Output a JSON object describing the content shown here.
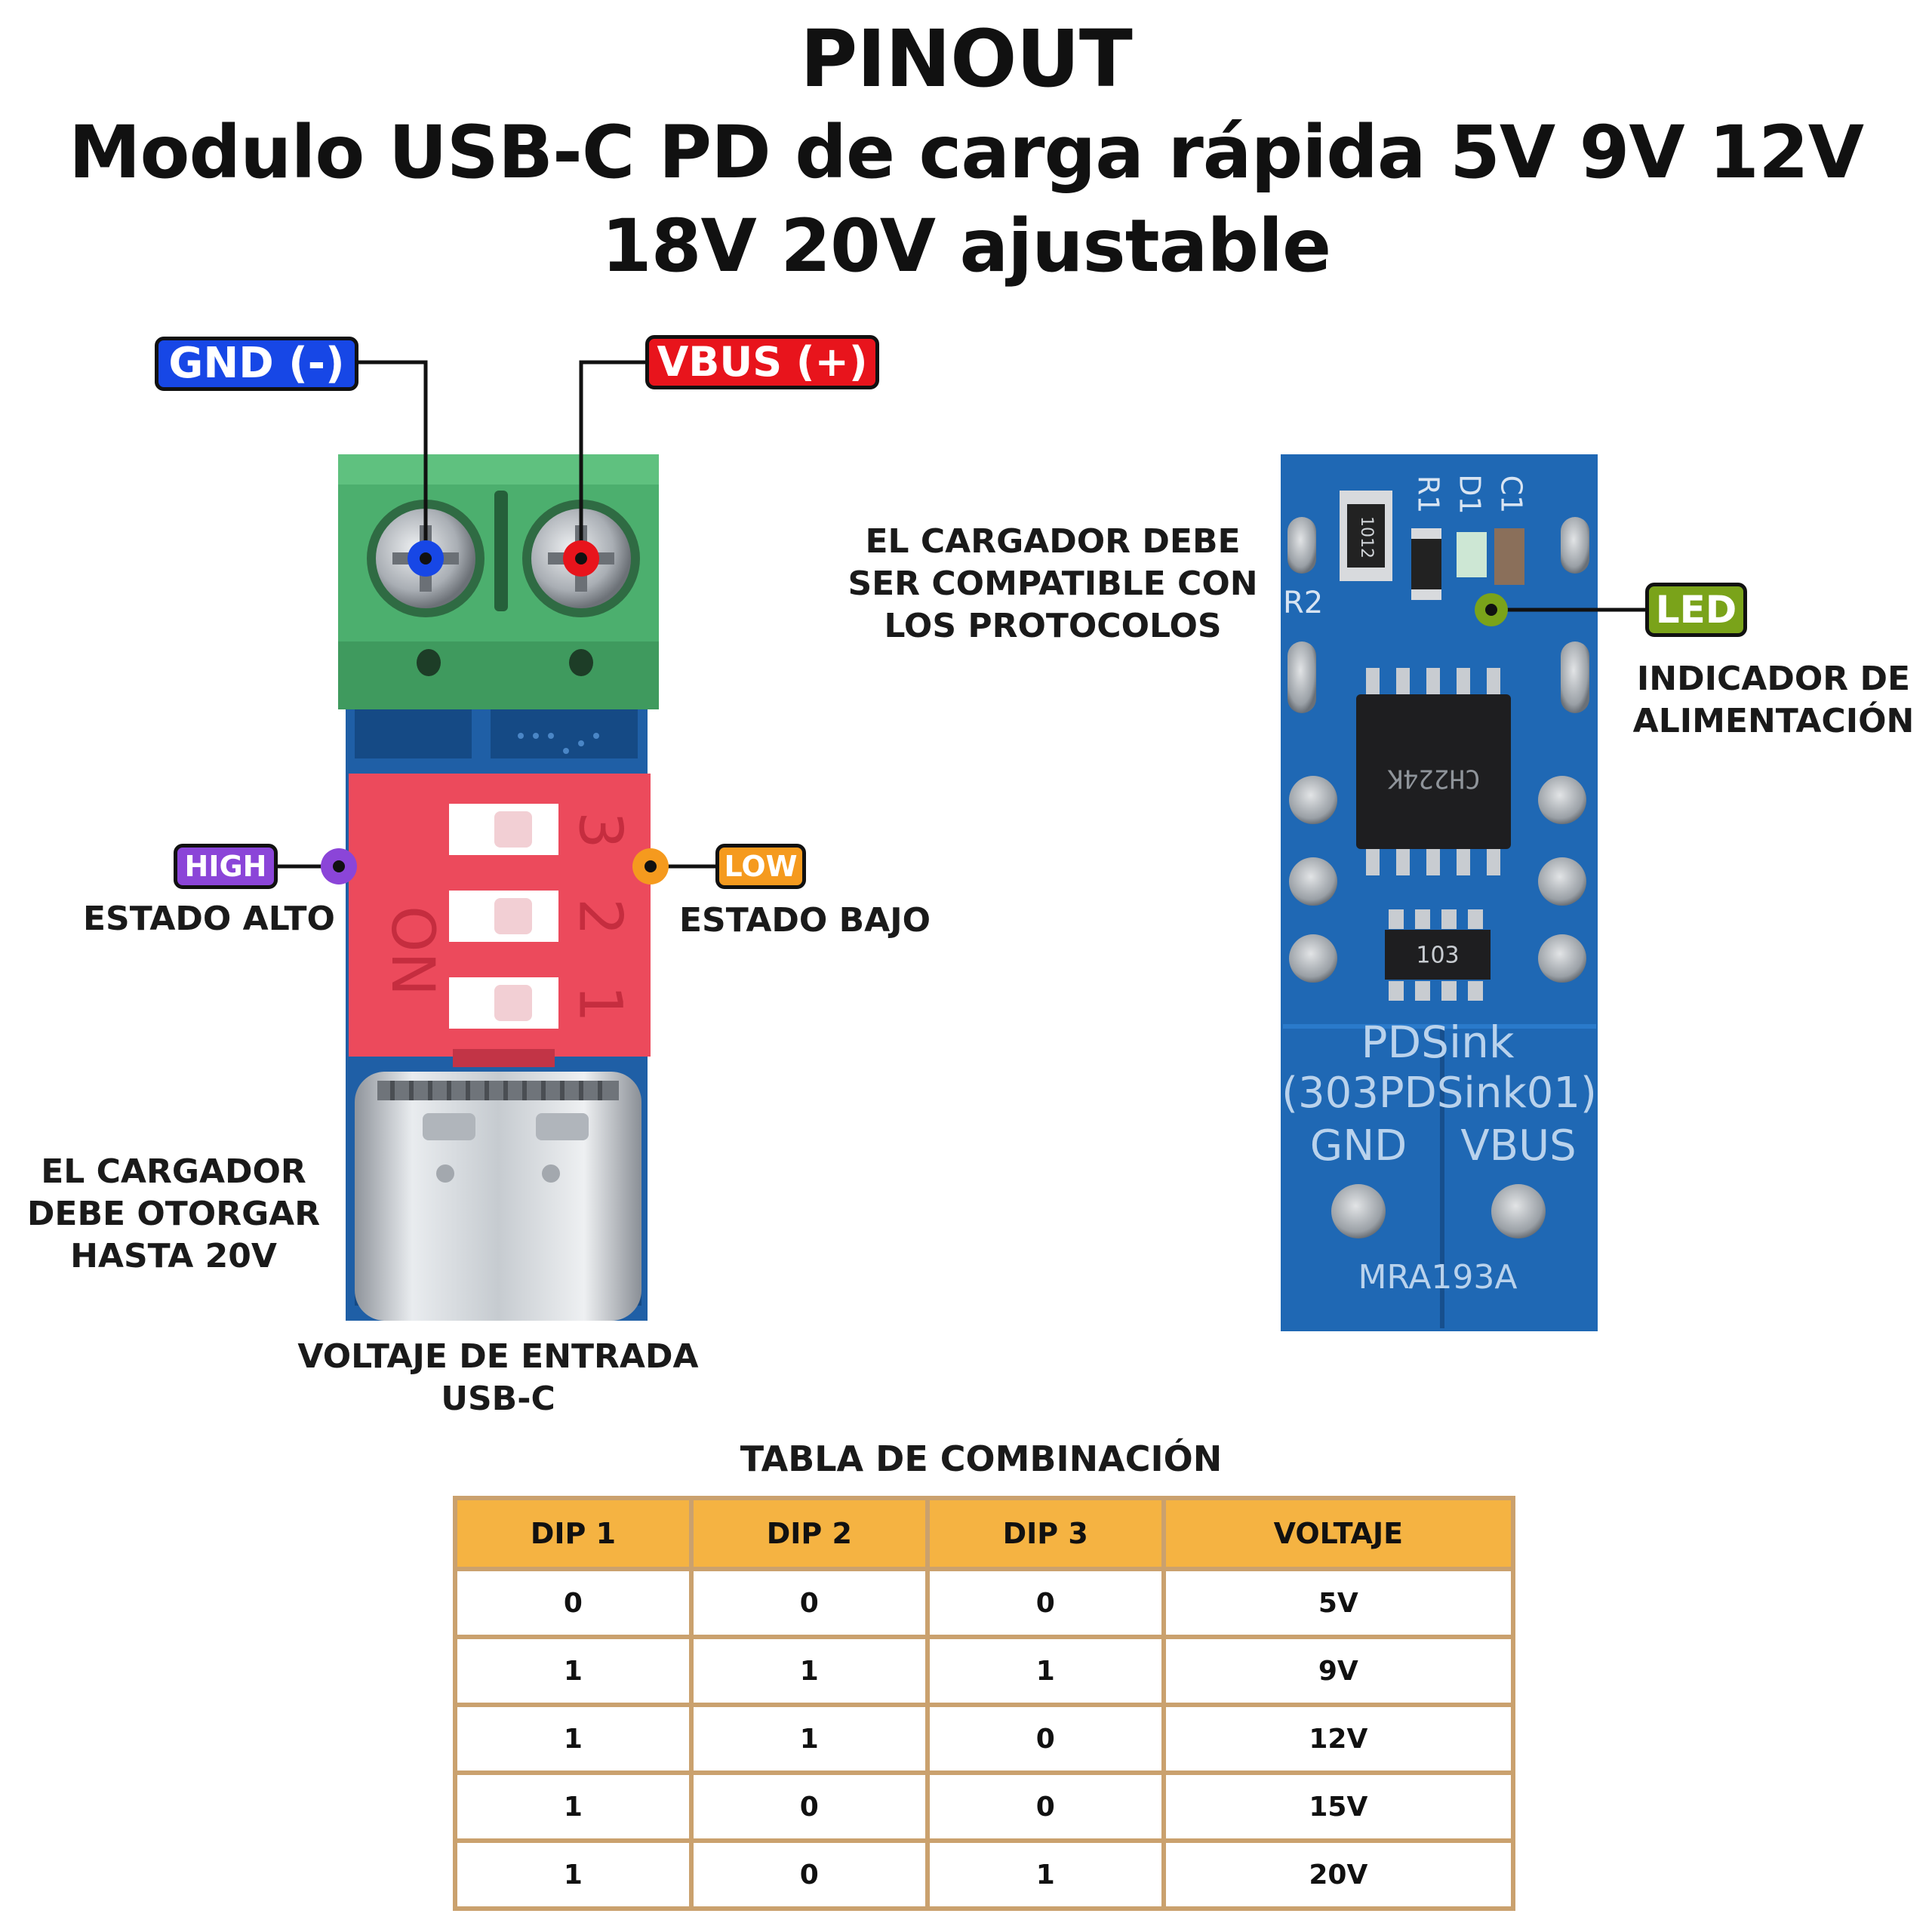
{
  "header": {
    "line1": "PINOUT",
    "line2": "Modulo USB-C PD de carga rápida 5V 9V 12V",
    "line3": "18V 20V ajustable"
  },
  "badges": {
    "gnd": "GND (-)",
    "vbus": "VBUS (+)",
    "high": "HIGH",
    "low": "LOW",
    "led": "LED"
  },
  "labels": {
    "estado_alto": "ESTADO ALTO",
    "estado_bajo": "ESTADO BAJO",
    "cargador_otorgar": [
      "EL CARGADOR",
      "DEBE OTORGAR",
      "HASTA 20V"
    ],
    "voltaje_entrada": [
      "VOLTAJE DE ENTRADA",
      "USB-C"
    ],
    "cargador_compatible": [
      "EL CARGADOR DEBE",
      "SER COMPATIBLE CON",
      "LOS PROTOCOLOS"
    ],
    "indicador": [
      "INDICADOR DE",
      "ALIMENTACIÓN"
    ]
  },
  "board_left": {
    "dip_on": "ON",
    "dip_numbers": [
      "3",
      "2",
      "1"
    ]
  },
  "board_right": {
    "silk_top": [
      "R1",
      "D1",
      "C1"
    ],
    "silk_r2": "R2",
    "chip_main": "CH224K",
    "chip_small": "103",
    "resistor": "1012",
    "silk_pdsink": "PDSink",
    "silk_model": "(303PDSink01)",
    "silk_gnd": "GND",
    "silk_vbus": "VBUS",
    "silk_part": "MRA193A"
  },
  "table": {
    "caption": "TABLA DE COMBINACIÓN",
    "headers": [
      "DIP 1",
      "DIP 2",
      "DIP 3",
      "VOLTAJE"
    ],
    "rows": [
      [
        "0",
        "0",
        "0",
        "5V"
      ],
      [
        "1",
        "1",
        "1",
        "9V"
      ],
      [
        "1",
        "1",
        "0",
        "12V"
      ],
      [
        "1",
        "0",
        "0",
        "15V"
      ],
      [
        "1",
        "0",
        "1",
        "20V"
      ]
    ]
  },
  "colors": {
    "gnd_blue": "#1747e6",
    "vbus_red": "#e8141c",
    "high_purple": "#8b45d8",
    "low_orange": "#f59a1e",
    "led_green": "#7aa31a",
    "header_orange": "#f5b342",
    "table_border": "#caa16e"
  }
}
